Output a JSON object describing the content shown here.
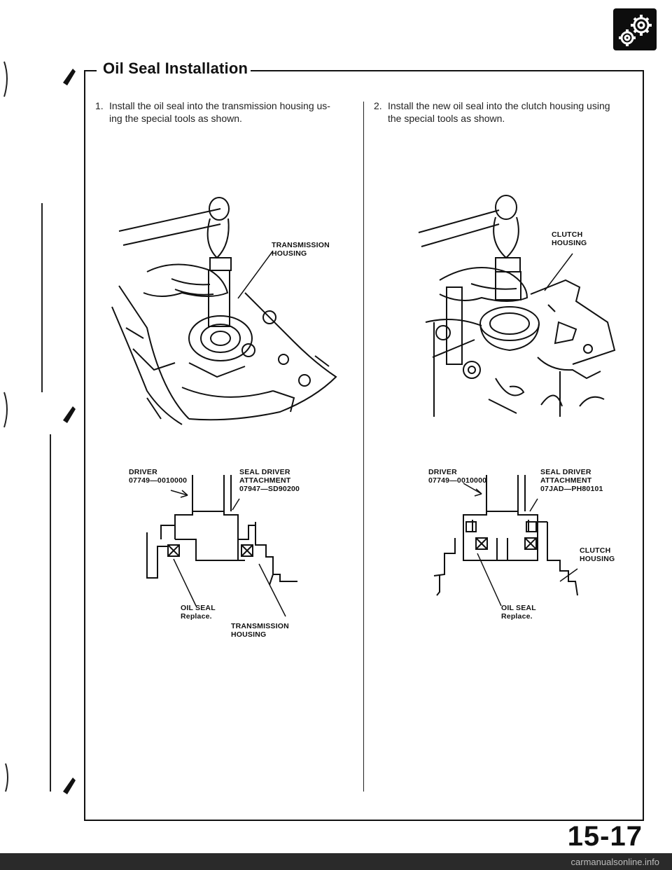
{
  "header": {
    "title": "Oil Seal Installation",
    "badge_icon": "gear-icon"
  },
  "steps": [
    {
      "number": "1.",
      "text_line1": "Install the oil seal into the transmission housing us-",
      "text_line2": "ing the special tools as shown."
    },
    {
      "number": "2.",
      "text_line1": "Install the new oil seal into the clutch housing using",
      "text_line2": "the special tools as shown."
    }
  ],
  "left_figure": {
    "photo_label_line1": "TRANSMISSION",
    "photo_label_line2": "HOUSING",
    "driver_label": "DRIVER",
    "driver_part": "07749—0010000",
    "attachment_line1": "SEAL DRIVER",
    "attachment_line2": "ATTACHMENT",
    "attachment_part": "07947—SD90200",
    "seal_label": "OIL SEAL",
    "seal_note": "Replace.",
    "housing_label_line1": "TRANSMISSION",
    "housing_label_line2": "HOUSING"
  },
  "right_figure": {
    "photo_label_line1": "CLUTCH",
    "photo_label_line2": "HOUSING",
    "driver_label": "DRIVER",
    "driver_part": "07749—0010000",
    "attachment_line1": "SEAL DRIVER",
    "attachment_line2": "ATTACHMENT",
    "attachment_part": "07JAD—PH80101",
    "housing_label_line1": "CLUTCH",
    "housing_label_line2": "HOUSING",
    "seal_label": "OIL SEAL",
    "seal_note": "Replace."
  },
  "footer": {
    "page_number": "15-17",
    "watermark": "carmanualsonline.info"
  }
}
